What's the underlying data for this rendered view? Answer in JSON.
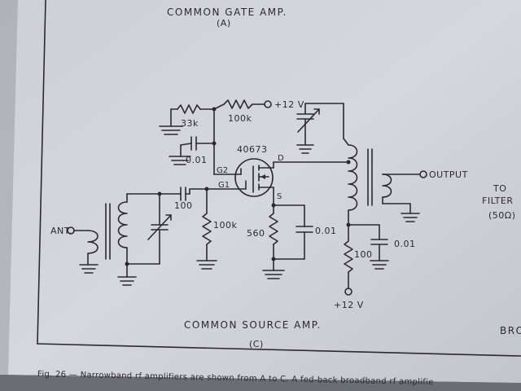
{
  "header_caption": "COMMON GATE AMP.",
  "header_sub": "(A)",
  "circuit": {
    "transistor": "40673",
    "pins": {
      "g2": "G2",
      "g1": "G1",
      "d": "D",
      "s": "S"
    },
    "supply_top": "+12 V",
    "supply_bottom": "+12 V",
    "r_33k": "33k",
    "r_100k_top": "100k",
    "c_001_gate": "0.01",
    "c_100": "100",
    "r_100k_gate": "100k",
    "r_560": "560",
    "c_001_source": "0.01",
    "r_100_drain": "100",
    "c_001_drain": "0.01",
    "input_label": "ANT.",
    "output_label": "OUTPUT"
  },
  "caption": "COMMON SOURCE AMP.",
  "caption_sub": "(C)",
  "right_text": {
    "to": "TO",
    "filter": "FILTER",
    "ohms": "(50Ω)",
    "bro": "BRO"
  },
  "figure_caption": "Fig. 26 — Narrowband rf amplifiers are shown from A to C. A fed-back broadband rf amplifie"
}
